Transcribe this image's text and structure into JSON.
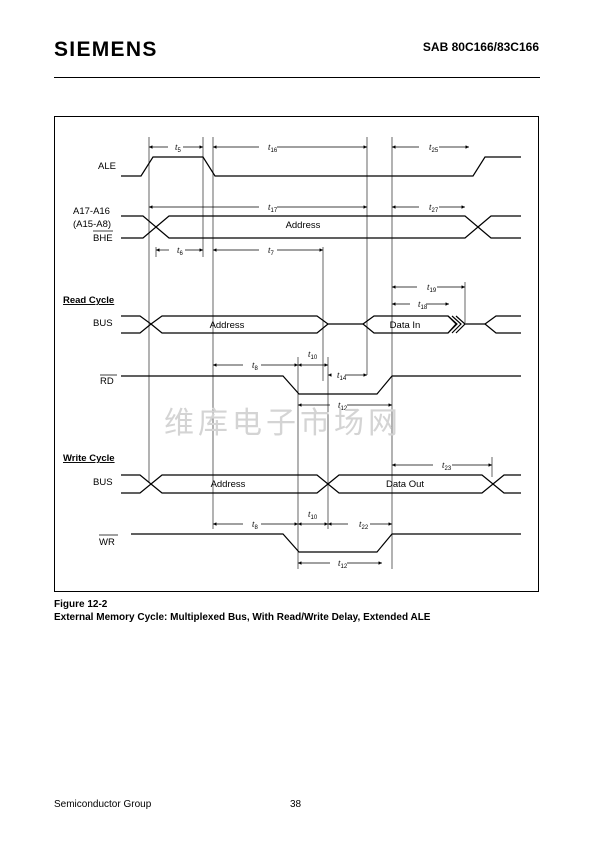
{
  "header": {
    "logo": "SIEMENS",
    "doc_title": "SAB 80C166/83C166"
  },
  "diagram": {
    "signals": {
      "ale": "ALE",
      "addr_line1": "A17-A16",
      "addr_line2": "(A15-A8)",
      "addr_line3": "BHE",
      "read_bus": "BUS",
      "rd": "RD",
      "write_bus": "BUS",
      "wr": "WR"
    },
    "sections": {
      "read": "Read Cycle",
      "write": "Write Cycle"
    },
    "bus_labels": {
      "address_top": "Address",
      "read_address": "Address",
      "data_in": "Data In",
      "write_address": "Address",
      "data_out": "Data Out"
    },
    "timing": [
      {
        "id": "t5",
        "base": "t",
        "sub": "5"
      },
      {
        "id": "t16",
        "base": "t",
        "sub": "16"
      },
      {
        "id": "t25",
        "base": "t",
        "sub": "25"
      },
      {
        "id": "t17",
        "base": "t",
        "sub": "17"
      },
      {
        "id": "t27",
        "base": "t",
        "sub": "27"
      },
      {
        "id": "t6",
        "base": "t",
        "sub": "6"
      },
      {
        "id": "t7",
        "base": "t",
        "sub": "7"
      },
      {
        "id": "t19",
        "base": "t",
        "sub": "19"
      },
      {
        "id": "t18",
        "base": "t",
        "sub": "18"
      },
      {
        "id": "t8r",
        "base": "t",
        "sub": "8"
      },
      {
        "id": "t10r",
        "base": "t",
        "sub": "10"
      },
      {
        "id": "t14",
        "base": "t",
        "sub": "14"
      },
      {
        "id": "t12r",
        "base": "t",
        "sub": "12"
      },
      {
        "id": "t23",
        "base": "t",
        "sub": "23"
      },
      {
        "id": "t8w",
        "base": "t",
        "sub": "8"
      },
      {
        "id": "t10w",
        "base": "t",
        "sub": "10"
      },
      {
        "id": "t22",
        "base": "t",
        "sub": "22"
      },
      {
        "id": "t12w",
        "base": "t",
        "sub": "12"
      }
    ]
  },
  "figure": {
    "number": "Figure 12-2",
    "caption": "External Memory Cycle: Multiplexed Bus, With Read/Write Delay, Extended ALE"
  },
  "watermark": "维库电子市场网",
  "footer": {
    "left": "Semiconductor Group",
    "page": "38"
  }
}
